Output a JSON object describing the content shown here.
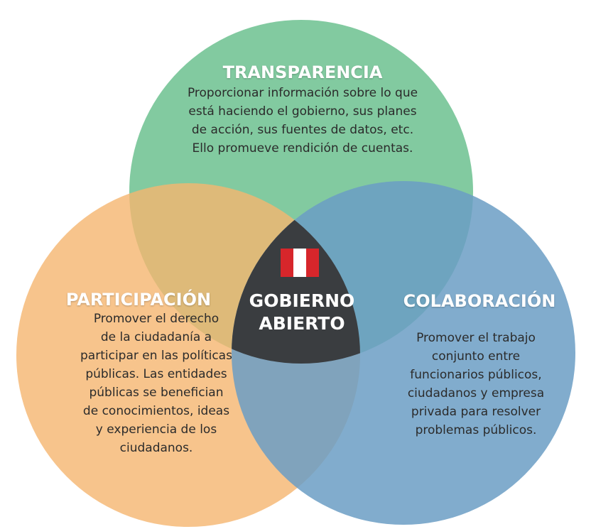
{
  "diagram": {
    "colors": {
      "transparencia": "#6cc18f",
      "participacion": "#f5b56f",
      "colaboracion": "#6b9dc4",
      "center": "#3a3d40",
      "flag_red": "#d7262b",
      "flag_white": "#ffffff"
    },
    "circles": {
      "transparencia": {
        "title": "TRANSPARENCIA",
        "lines": [
          "Proporcionar información sobre lo que",
          "está haciendo el gobierno, sus planes",
          "de acción, sus fuentes de datos, etc.",
          "Ello promueve rendición de cuentas."
        ]
      },
      "participacion": {
        "title": "PARTICIPACIÓN",
        "lines": [
          "Promover el derecho",
          "de la ciudadanía a",
          "participar en las políticas",
          "públicas. Las entidades",
          "públicas se benefician",
          "de conocimientos, ideas",
          "y experiencia de los",
          "ciudadanos."
        ]
      },
      "colaboracion": {
        "title": "COLABORACIÓN",
        "lines": [
          "Promover el trabajo",
          "conjunto entre",
          "funcionarios públicos,",
          "ciudadanos y empresa",
          "privada para resolver",
          "problemas públicos."
        ]
      }
    },
    "center": {
      "line1": "GOBIERNO",
      "line2": "ABIERTO",
      "icon": "peru-flag-icon"
    }
  }
}
